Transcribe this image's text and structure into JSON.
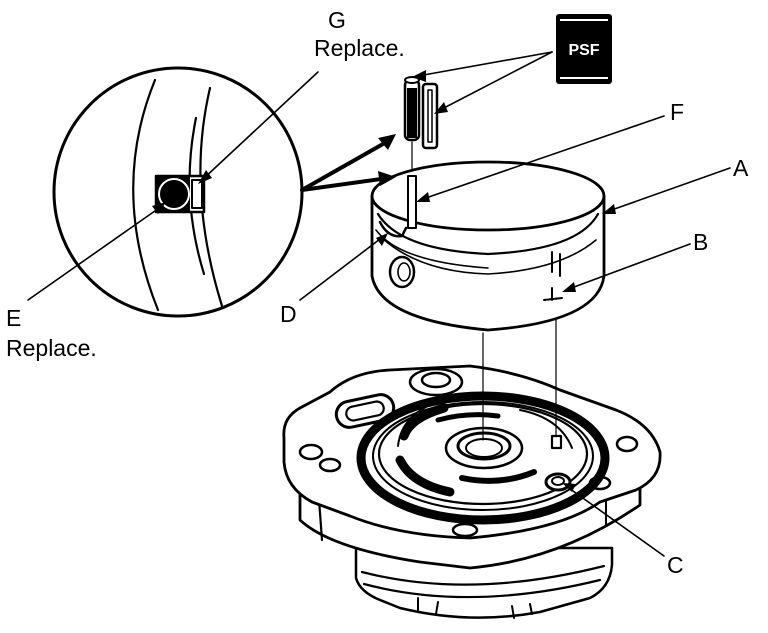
{
  "labels": {
    "a": "A",
    "b": "B",
    "c": "C",
    "d": "D",
    "e": "E",
    "e_note": "Replace.",
    "f": "F",
    "g": "G",
    "g_note": "Replace."
  },
  "psf_badge": "PSF",
  "colors": {
    "ink": "#000000",
    "paper": "#ffffff"
  }
}
